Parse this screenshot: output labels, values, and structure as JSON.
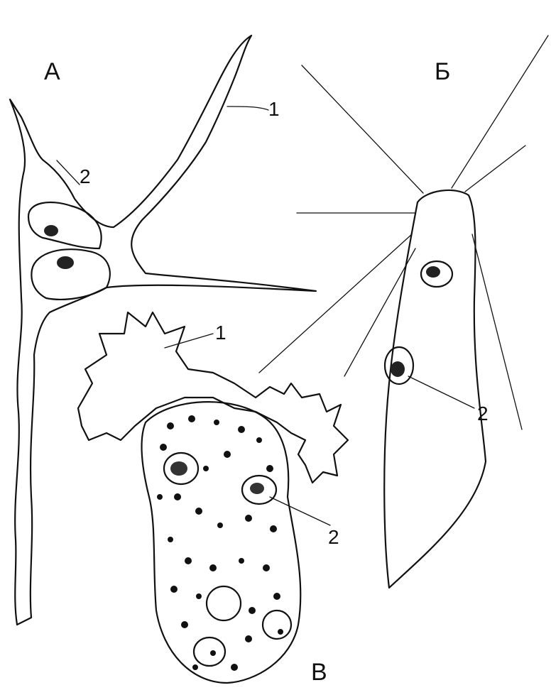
{
  "figure": {
    "panels": [
      {
        "id": "A",
        "label": "А"
      },
      {
        "id": "B",
        "label": "Б"
      },
      {
        "id": "C",
        "label": "В"
      }
    ],
    "callouts": {
      "a_top": "1",
      "a_food": "2",
      "b_food": "2",
      "c_pseudopod": "1",
      "c_food": "2"
    }
  }
}
